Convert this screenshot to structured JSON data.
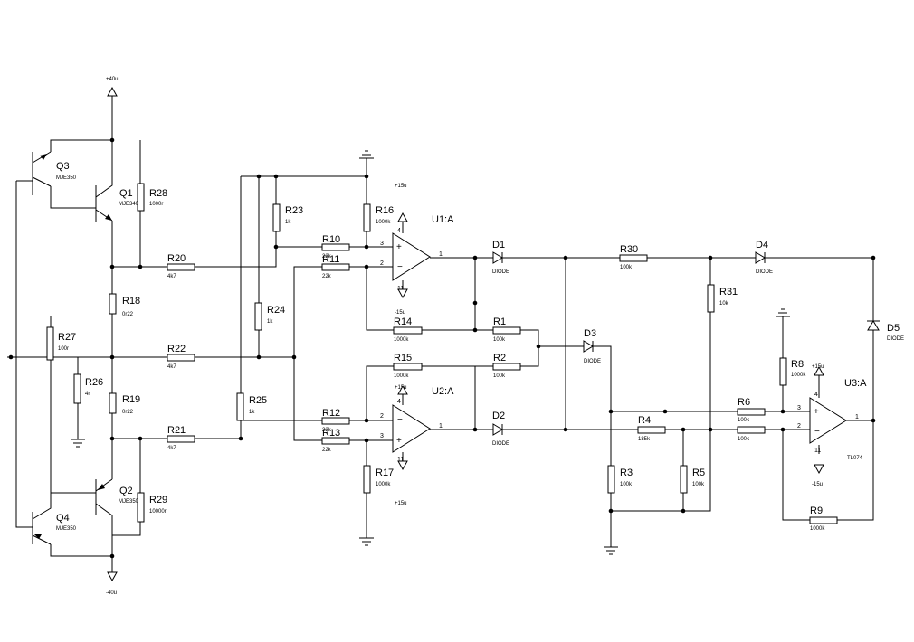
{
  "supplies": {
    "vpos": "+40u",
    "vneg": "-40u"
  },
  "transistors": {
    "q1": {
      "ref": "Q1",
      "type": "MJE340"
    },
    "q2": {
      "ref": "Q2",
      "type": "MJE350"
    },
    "q3": {
      "ref": "Q3",
      "type": "MJE350"
    },
    "q4": {
      "ref": "Q4",
      "type": "MJE350"
    }
  },
  "resistors": {
    "r1": {
      "ref": "R1",
      "value": "100k"
    },
    "r2": {
      "ref": "R2",
      "value": "100k"
    },
    "r3": {
      "ref": "R3",
      "value": "100k"
    },
    "r4": {
      "ref": "R4",
      "value": "185k"
    },
    "r5": {
      "ref": "R5",
      "value": "100k"
    },
    "r6": {
      "ref": "R6",
      "value": "100k"
    },
    "r6b": {
      "value": "100k"
    },
    "r8": {
      "ref": "R8",
      "value": "1000k"
    },
    "r9": {
      "ref": "R9",
      "value": "1000k"
    },
    "r10": {
      "ref": "R10",
      "value": "22k"
    },
    "r11": {
      "ref": "R11",
      "value": "22k"
    },
    "r12": {
      "ref": "R12",
      "value": "22k"
    },
    "r13": {
      "ref": "R13",
      "value": "22k"
    },
    "r14": {
      "ref": "R14",
      "value": "1000k"
    },
    "r15": {
      "ref": "R15",
      "value": "1000k"
    },
    "r16": {
      "ref": "R16",
      "value": "1000k"
    },
    "r17": {
      "ref": "R17",
      "value": "1000k"
    },
    "r18": {
      "ref": "R18",
      "value": "0r22"
    },
    "r19": {
      "ref": "R19",
      "value": "0r22"
    },
    "r20": {
      "ref": "R20",
      "value": "4k7"
    },
    "r21": {
      "ref": "R21",
      "value": "4k7"
    },
    "r22": {
      "ref": "R22",
      "value": "4k7"
    },
    "r23": {
      "ref": "R23",
      "value": "1k"
    },
    "r24": {
      "ref": "R24",
      "value": "1k"
    },
    "r25": {
      "ref": "R25",
      "value": "1k"
    },
    "r26": {
      "ref": "R26",
      "value": "4r"
    },
    "r27": {
      "ref": "R27",
      "value": "100r"
    },
    "r28": {
      "ref": "R28",
      "value": "1000r"
    },
    "r29": {
      "ref": "R29",
      "value": "10000r"
    },
    "r30": {
      "ref": "R30",
      "value": "100k"
    },
    "r31": {
      "ref": "R31",
      "value": "10k"
    }
  },
  "diodes": {
    "d1": {
      "ref": "D1",
      "type": "DIODE"
    },
    "d2": {
      "ref": "D2",
      "type": "DIODE"
    },
    "d3": {
      "ref": "D3",
      "type": "DIODE"
    },
    "d4": {
      "ref": "D4",
      "type": "DIODE"
    },
    "d5": {
      "ref": "D5",
      "type": "DIODE"
    }
  },
  "opamps": {
    "u1": {
      "ref": "U1:A",
      "vpos": "+15u",
      "vneg": "-15u",
      "pin_noninv": "3",
      "pin_inv": "2",
      "pin_out": "1",
      "pin_vp": "4",
      "pin_vn": "11"
    },
    "u2": {
      "ref": "U2:A",
      "vpos": "+15u",
      "vneg": "+15u",
      "pin_inv": "2",
      "pin_noninv": "3",
      "pin_out": "1",
      "pin_vp": "4",
      "pin_vn": "11"
    },
    "u3": {
      "ref": "U3:A",
      "type": "TL074",
      "vpos": "+15u",
      "vneg": "-15u",
      "pin_noninv": "3",
      "pin_inv": "2",
      "pin_out": "1",
      "pin_vp": "4",
      "pin_vn": "11"
    }
  }
}
